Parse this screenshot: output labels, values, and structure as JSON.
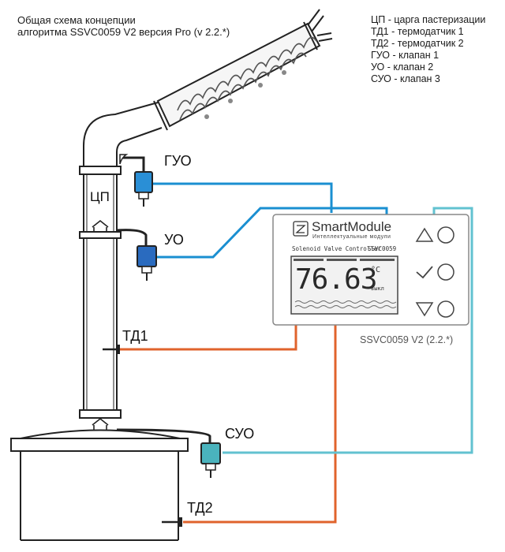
{
  "title": {
    "line1": "Общая схема концепции",
    "line2": "алгоритма SSVC0059 V2 версия Pro (v 2.2.*)"
  },
  "legend": [
    "ЦП - царга пастеризации",
    "ТД1 - термодатчик 1",
    "ТД2 - термодатчик 2",
    "ГУО - клапан 1",
    "УО - клапан 2",
    "СУО - клапан 3"
  ],
  "labels": {
    "cp": "ЦП",
    "guo": "ГУО",
    "uo": "УО",
    "td1": "ТД1",
    "td2": "ТД2",
    "suo": "СУО"
  },
  "controller": {
    "brand": "SmartModule",
    "tagline": "Интеллектуальные модули",
    "model_left": "Solenoid Valve Controller",
    "model_right": "SSVC0059",
    "temperature": "76.63",
    "unit": "°C",
    "state": "выкл",
    "caption": "SSVC0059 V2 (2.2.*)"
  },
  "buttons": [
    {
      "name": "up-button",
      "icon": "triangle-up-icon"
    },
    {
      "name": "ok-button",
      "icon": "check-icon"
    },
    {
      "name": "down-button",
      "icon": "triangle-down-icon"
    }
  ],
  "colors": {
    "blue_wire": "#1a8fd1",
    "orange_wire": "#e0632c",
    "cyan_wire": "#62c2d0",
    "valve_blue": "#2a8fd6",
    "valve_dark_blue": "#2a6bbf",
    "valve_teal": "#4ab3bd",
    "outline": "#222222"
  }
}
